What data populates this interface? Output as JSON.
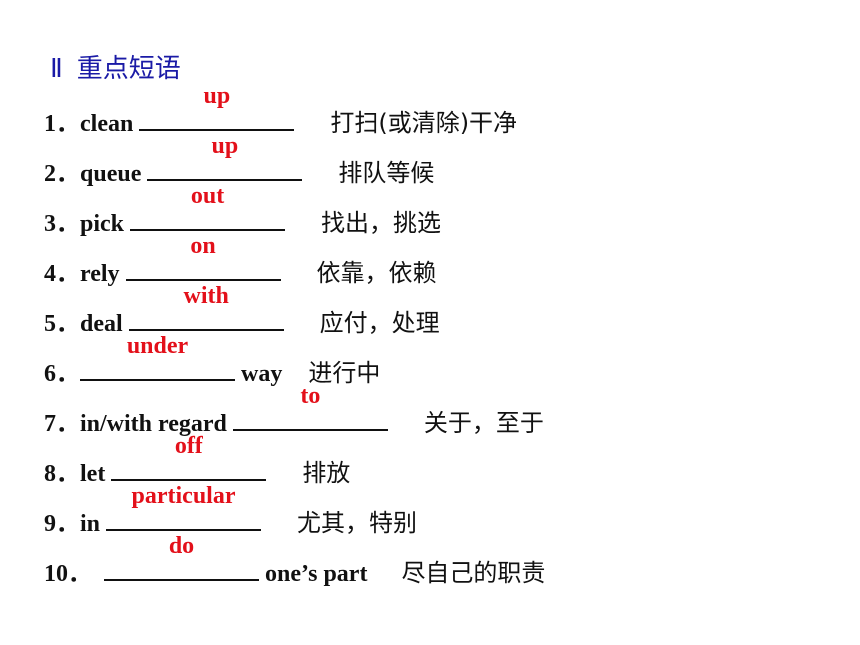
{
  "section": {
    "number": "Ⅱ",
    "title": "重点短语"
  },
  "items": [
    {
      "index": "1．",
      "before": "clean ",
      "answer": "up",
      "after": "",
      "meaning": "打扫(或清除)干净"
    },
    {
      "index": "2．",
      "before": "queue ",
      "answer": "up",
      "after": "",
      "meaning": "排队等候"
    },
    {
      "index": "3．",
      "before": "pick ",
      "answer": "out",
      "after": "",
      "meaning": "找出，挑选"
    },
    {
      "index": "4．",
      "before": "rely ",
      "answer": "on",
      "after": "",
      "meaning": "依靠，依赖"
    },
    {
      "index": "5．",
      "before": "deal ",
      "answer": "with",
      "after": "",
      "meaning": "应付，处理"
    },
    {
      "index": "6．",
      "before": "",
      "answer": "under",
      "after": " way",
      "meaning": "进行中"
    },
    {
      "index": "7．",
      "before": "in/with regard ",
      "answer": "to",
      "after": "",
      "meaning": "关于，至于"
    },
    {
      "index": "8．",
      "before": "let ",
      "answer": "off",
      "after": "",
      "meaning": "排放"
    },
    {
      "index": "9．",
      "before": "in ",
      "answer": "particular",
      "after": "",
      "meaning": "尤其，特别"
    },
    {
      "index": "10．",
      "before": "",
      "answer": "do",
      "after": " one’s part",
      "meaning": "尽自己的职责"
    }
  ]
}
